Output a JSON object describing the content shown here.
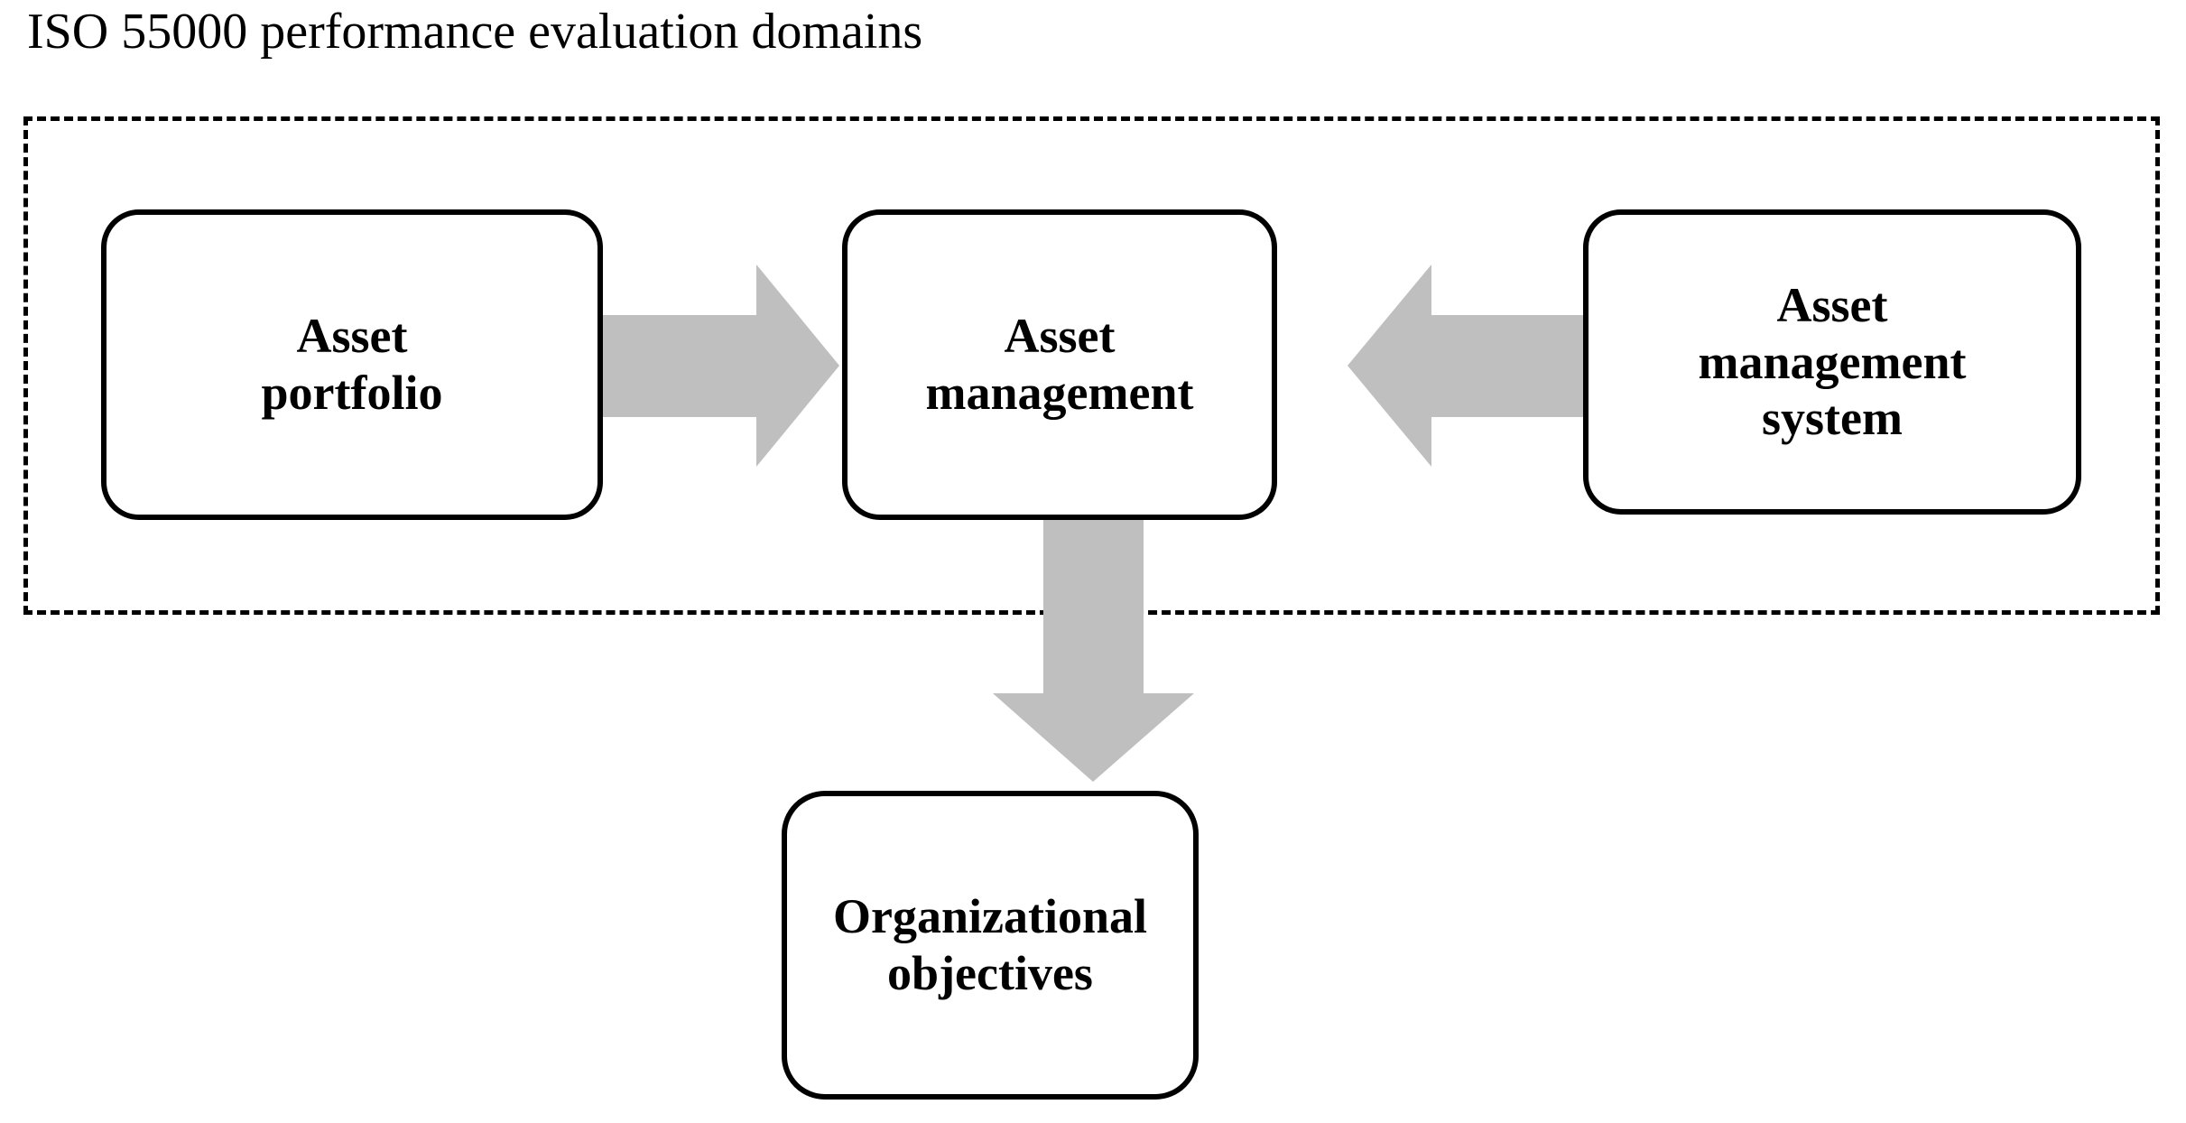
{
  "diagram": {
    "title": "ISO 55000 performance evaluation domains",
    "type": "block-flow-diagram",
    "colors": {
      "arrow_fill": "#bfbfbf",
      "node_border": "#000000",
      "node_fill": "#ffffff",
      "boundary_stroke": "#000000",
      "text": "#000000",
      "background": "#ffffff"
    },
    "boundary": {
      "name": "iso-55000-scope-boundary",
      "style": "dashed",
      "label": ""
    },
    "nodes": [
      {
        "id": "asset-portfolio",
        "label": "Asset\nportfolio",
        "inside_boundary": true
      },
      {
        "id": "asset-management",
        "label": "Asset\nmanagement",
        "inside_boundary": true
      },
      {
        "id": "asset-management-system",
        "label": "Asset\nmanagement\nsystem",
        "inside_boundary": true
      },
      {
        "id": "organizational-objectives",
        "label": "Organizational\nobjectives",
        "inside_boundary": false
      }
    ],
    "connectors": [
      {
        "id": "portfolio-to-management",
        "from": "asset-portfolio",
        "to": "asset-management",
        "direction": "right",
        "style": "block-arrow"
      },
      {
        "id": "ams-to-management",
        "from": "asset-management-system",
        "to": "asset-management",
        "direction": "left",
        "style": "block-arrow"
      },
      {
        "id": "management-to-objectives",
        "from": "asset-management",
        "to": "organizational-objectives",
        "direction": "down",
        "style": "block-arrow"
      }
    ]
  }
}
